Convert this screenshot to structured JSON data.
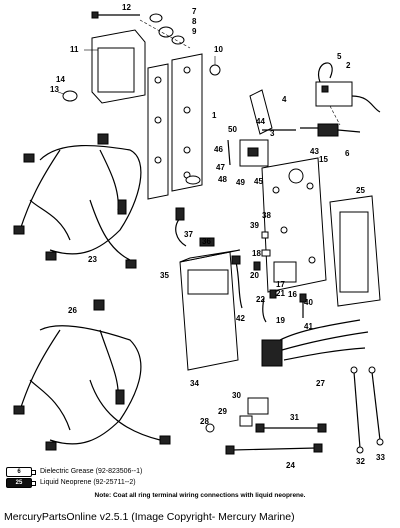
{
  "callouts": [
    "1",
    "2",
    "3",
    "4",
    "5",
    "6",
    "7",
    "8",
    "9",
    "10",
    "11",
    "12",
    "13",
    "14",
    "15",
    "16",
    "17",
    "18",
    "19",
    "20",
    "21",
    "22",
    "23",
    "24",
    "25",
    "26",
    "27",
    "28",
    "29",
    "30",
    "31",
    "32",
    "33",
    "34",
    "35",
    "36",
    "37",
    "38",
    "39",
    "40",
    "41",
    "42",
    "43",
    "44",
    "45",
    "46",
    "47",
    "48",
    "49",
    "50"
  ],
  "legend": [
    {
      "code": "6",
      "text": "Dielectric Grease (92-823506--1)"
    },
    {
      "code": "25",
      "text": "Liquid Neoprene (92-25711--2)"
    }
  ],
  "note": "Note: Coat all ring terminal wiring connections with liquid neoprene.",
  "footer": "MercuryPartsOnline v2.5.1 (Image Copyright- Mercury Marine)"
}
